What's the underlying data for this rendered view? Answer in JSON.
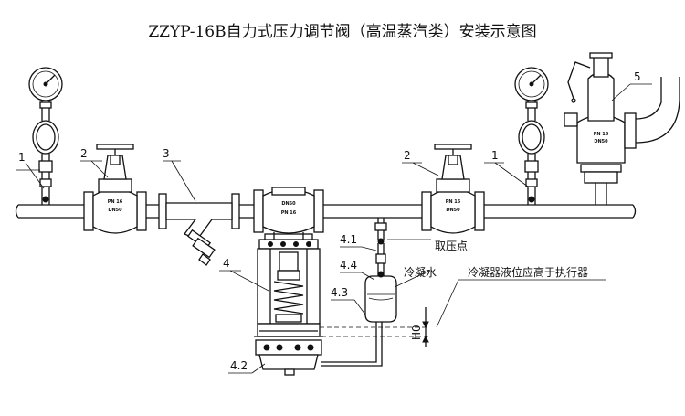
{
  "title": "ZZYP-16B自力式压力调节阀（高温蒸汽类）安装示意图",
  "callouts": {
    "c1_left": "1",
    "c2_left": "2",
    "c3": "3",
    "c2_right": "2",
    "c1_right": "1",
    "c5": "5",
    "c4": "4",
    "c41": "4.1",
    "c44": "4.4",
    "c43": "4.3",
    "c42": "4.2"
  },
  "labels": {
    "pressure_tap": "取压点",
    "condensate": "冷凝水",
    "condenser_note": "冷凝器液位应高于执行器",
    "h0": "H0"
  },
  "valve_marks": {
    "left_valve_top": "PN 16",
    "left_valve_bottom": "DN50",
    "reg_valve_top": "DN50",
    "reg_valve_bottom": "PN 16",
    "right_valve_top": "PN 16",
    "right_valve_bottom": "DN50",
    "relief_valve_top": "PN 16",
    "relief_valve_bottom": "DN50"
  }
}
